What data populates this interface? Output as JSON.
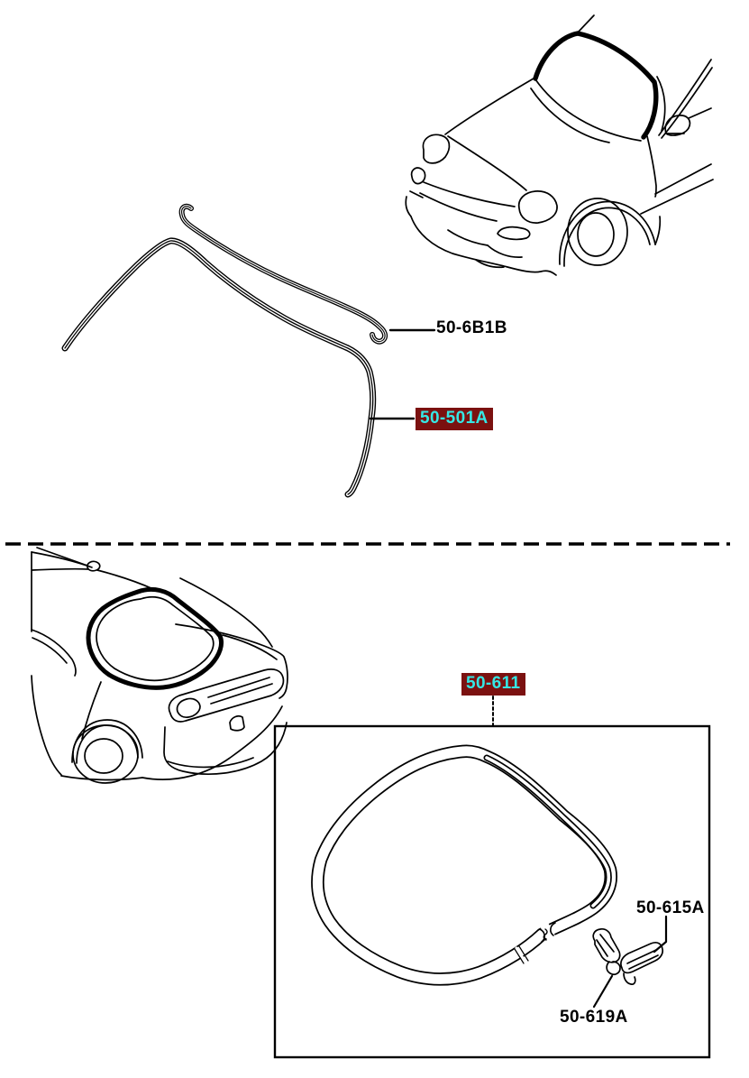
{
  "colors": {
    "background": "#ffffff",
    "line_art": "#000000",
    "highlight_bg": "#7b1110",
    "highlight_text": "#35e7e5"
  },
  "parts": {
    "front": {
      "molding_fastener": {
        "code": "50-6B1B",
        "highlighted": false
      },
      "windshield_molding": {
        "code": "50-501A",
        "highlighted": true
      }
    },
    "rear": {
      "window_molding": {
        "code": "50-611",
        "highlighted": true
      },
      "molding_end": {
        "code": "50-615A",
        "highlighted": false
      },
      "molding_clip": {
        "code": "50-619A",
        "highlighted": false
      }
    }
  }
}
